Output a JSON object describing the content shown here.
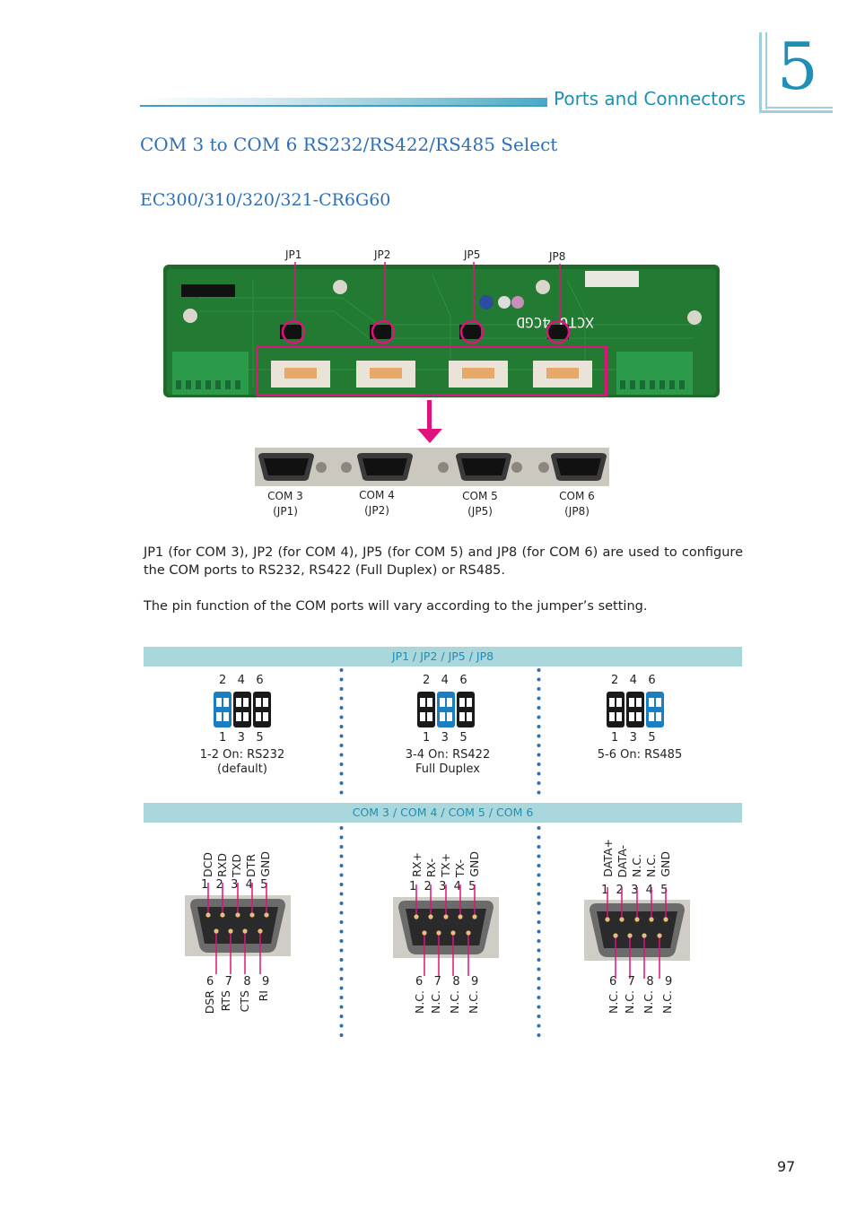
{
  "header": {
    "section_title": "Ports and Connectors",
    "chapter_number": "5"
  },
  "page_title": "COM 3 to COM 6 RS232/RS422/RS485 Select",
  "model_title": "EC300/310/320/321-CR6G60",
  "board_labels": {
    "jp1": "JP1",
    "jp2": "JP2",
    "jp5": "JP5",
    "jp8": "JP8"
  },
  "com_ports": [
    {
      "name": "COM 3",
      "jumper": "(JP1)"
    },
    {
      "name": "COM 4",
      "jumper": "(JP2)"
    },
    {
      "name": "COM 5",
      "jumper": "(JP5)"
    },
    {
      "name": "COM 6",
      "jumper": "(JP8)"
    }
  ],
  "paragraphs": {
    "p1": "JP1 (for COM 3), JP2 (for COM 4), JP5 (for COM 5) and JP8 (for COM 6) are used to configure the COM ports to RS232, RS422 (Full Duplex) or RS485.",
    "p2": "The pin function of the COM ports will vary according to the jumper’s setting."
  },
  "jumper_table": {
    "header": "JP1 / JP2 / JP5 / JP8",
    "top_pins": "2   4   6",
    "bottom_pins": "1   3   5",
    "settings": [
      {
        "line1": "1-2 On: RS232",
        "line2": "(default)",
        "on_pair": 0
      },
      {
        "line1": "3-4 On: RS422",
        "line2": "Full Duplex",
        "on_pair": 1
      },
      {
        "line1": "5-6 On: RS485",
        "line2": "",
        "on_pair": 2
      }
    ]
  },
  "com_table": {
    "header": "COM 3 / COM 4 / COM 5 / COM 6",
    "top_numbers": "1  2  3  4  5",
    "bottom_numbers": "6   7   8   9",
    "modes": [
      {
        "top": [
          "DCD",
          "RXD",
          "TXD",
          "DTR",
          "GND"
        ],
        "bottom": [
          "DSR",
          "RTS",
          "CTS",
          "RI"
        ]
      },
      {
        "top": [
          "RX+",
          "RX-",
          "TX+",
          "TX-",
          "GND"
        ],
        "bottom": [
          "N.C.",
          "N.C.",
          "N.C.",
          "N.C."
        ]
      },
      {
        "top": [
          "DATA+",
          "DATA-",
          "N.C.",
          "N.C.",
          "GND"
        ],
        "bottom": [
          "N.C.",
          "N.C.",
          "N.C.",
          "N.C."
        ]
      }
    ]
  },
  "colors": {
    "accent": "#1f8fb5",
    "heading": "#2e6fb6",
    "magenta": "#e0137c",
    "jumper_on": "#1a7fc1",
    "band": "#a9d7db"
  },
  "page_number": "97"
}
